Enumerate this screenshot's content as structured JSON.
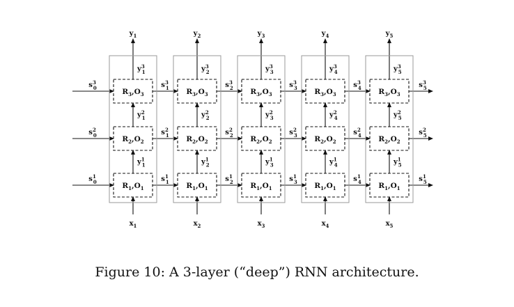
{
  "figure": {
    "caption": "Figure 10: A 3-layer (“deep”) RNN architecture."
  },
  "rnn": {
    "layers": 3,
    "timesteps": 5,
    "outputs": [
      {
        "base": "y",
        "sub": "1"
      },
      {
        "base": "y",
        "sub": "2"
      },
      {
        "base": "y",
        "sub": "3"
      },
      {
        "base": "y",
        "sub": "4"
      },
      {
        "base": "y",
        "sub": "5"
      }
    ],
    "inputs": [
      {
        "base": "x",
        "sub": "1"
      },
      {
        "base": "x",
        "sub": "2"
      },
      {
        "base": "x",
        "sub": "3"
      },
      {
        "base": "x",
        "sub": "4"
      },
      {
        "base": "x",
        "sub": "5"
      }
    ],
    "cell_labels": [
      {
        "r": "R",
        "o": "O",
        "sub": "3"
      },
      {
        "r": "R",
        "o": "O",
        "sub": "2"
      },
      {
        "r": "R",
        "o": "O",
        "sub": "1"
      }
    ],
    "state_symbol": "s",
    "inter_output_symbol": "y"
  }
}
